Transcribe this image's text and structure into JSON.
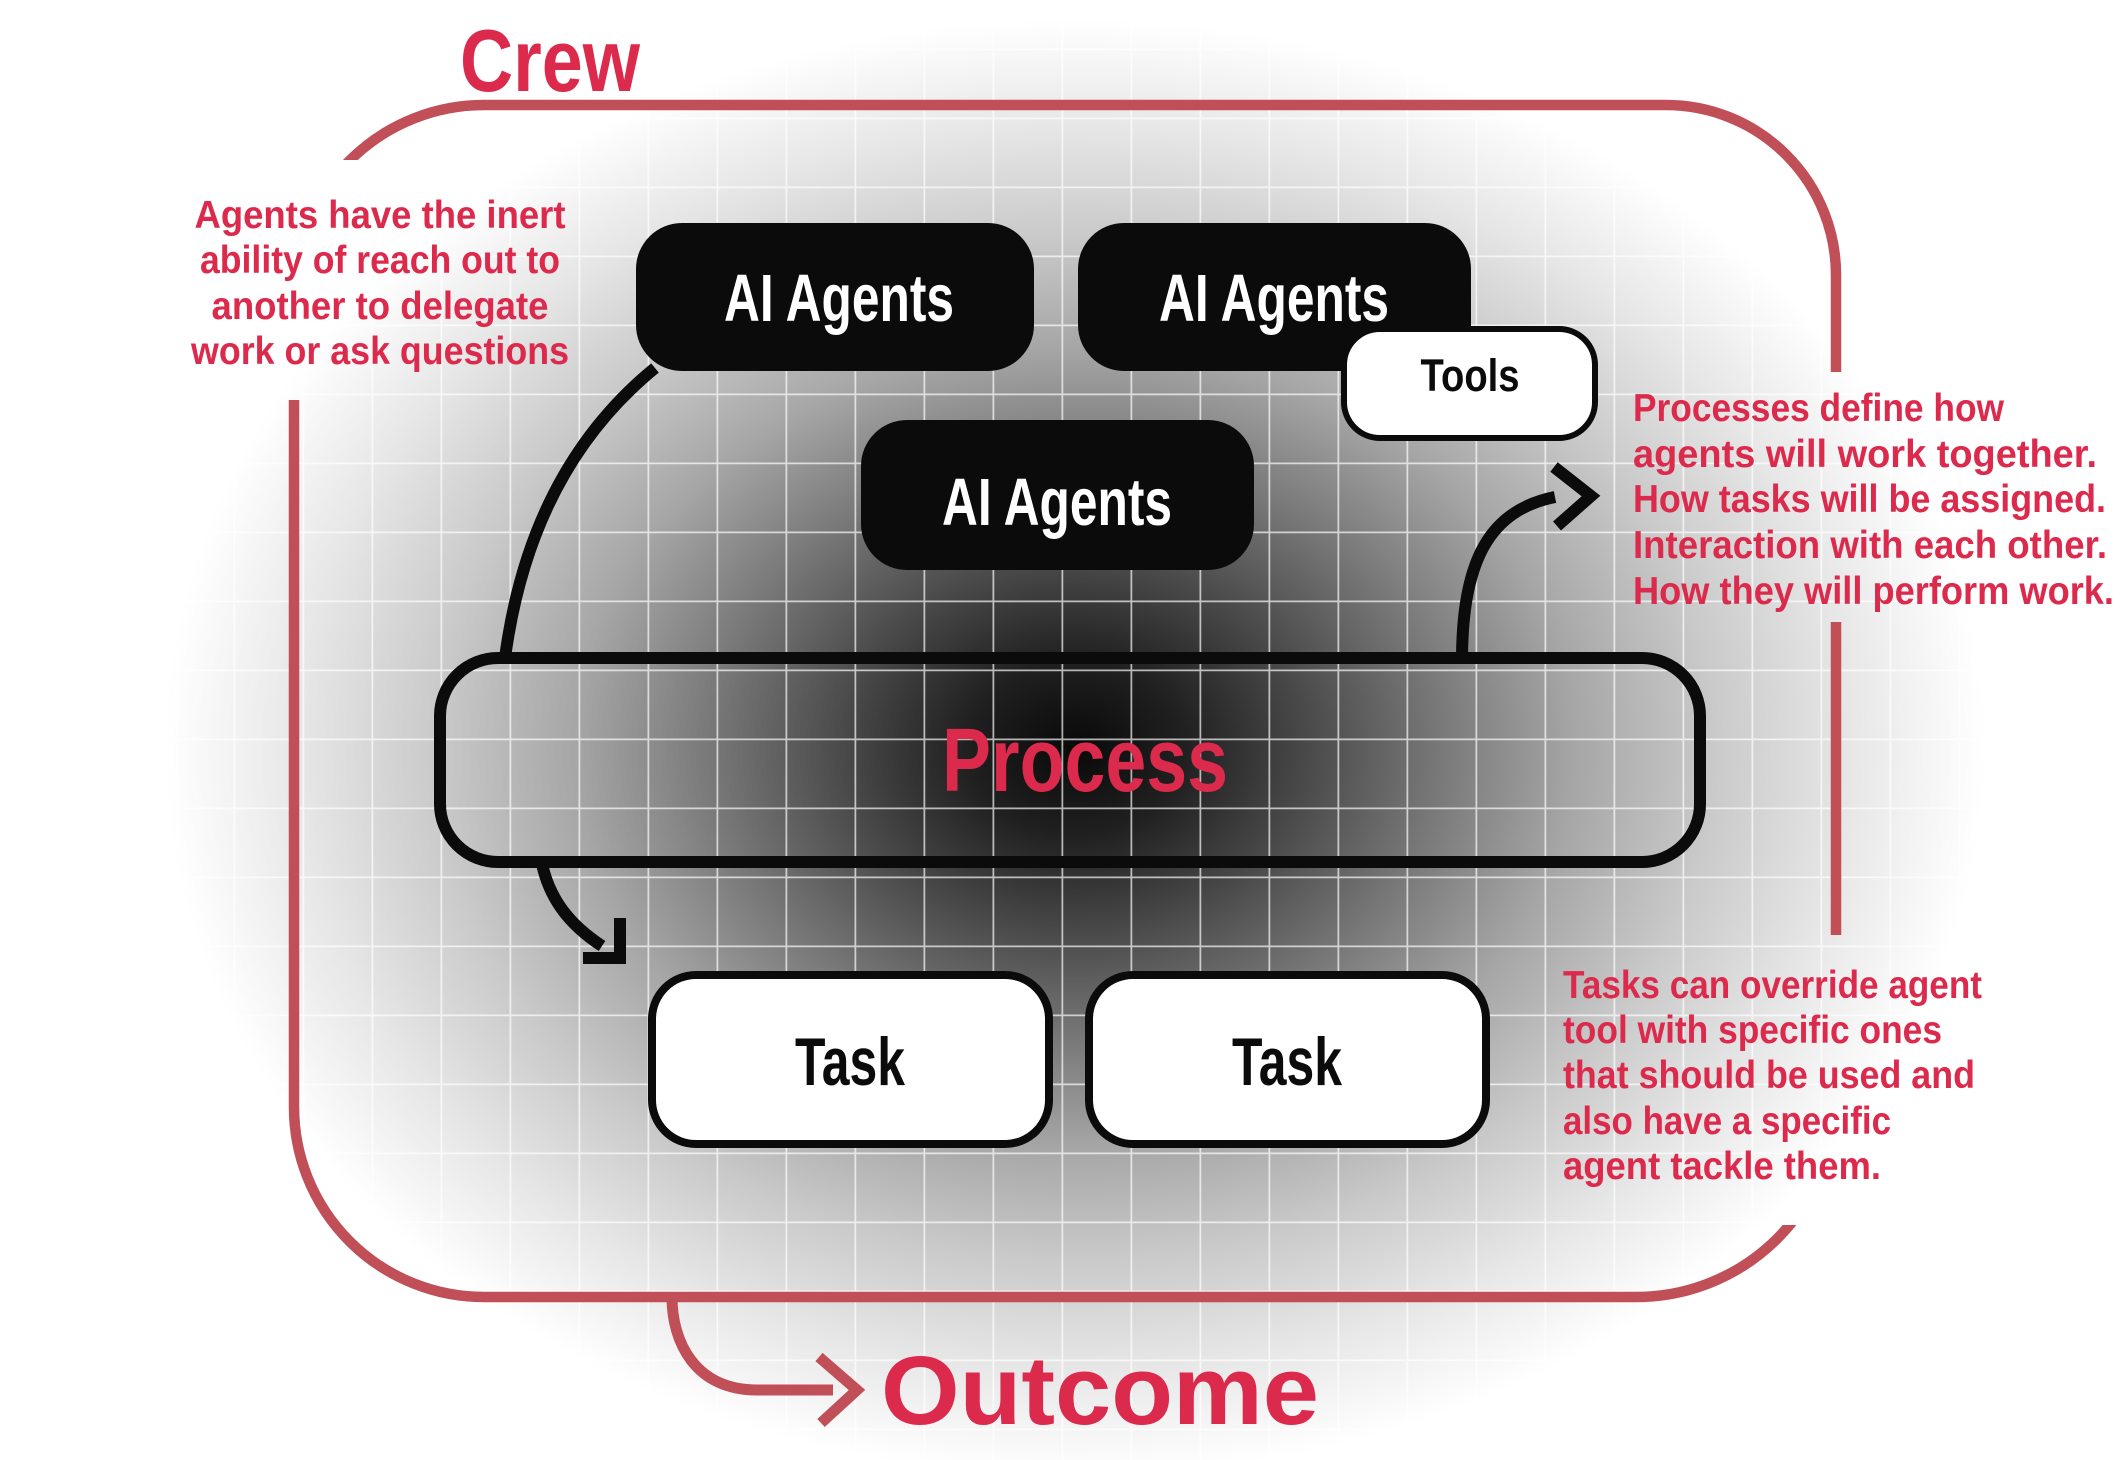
{
  "colors": {
    "accent_text": "#dc2a4d",
    "border_red": "#c04f57",
    "box_black": "#0b0b0b",
    "box_white": "#ffffff",
    "background": "#ffffff"
  },
  "diagram": {
    "crew_label": "Crew",
    "outcome_label": "Outcome",
    "process_label": "Process",
    "agent_boxes": [
      {
        "label": "AI Agents"
      },
      {
        "label": "AI Agents"
      },
      {
        "label": "AI Agents"
      }
    ],
    "tools_label": "Tools",
    "task_boxes": [
      {
        "label": "Task"
      },
      {
        "label": "Task"
      }
    ],
    "annotations": {
      "left": {
        "lines": [
          "Agents have the inert",
          "ability of reach out to",
          "another to delegate",
          "work or ask questions"
        ]
      },
      "process": {
        "lines": [
          "Processes define how",
          "agents will work together.",
          "How tasks will be assigned.",
          "Interaction with each other.",
          "How they will perform work."
        ]
      },
      "tasks": {
        "lines": [
          "Tasks can override agent",
          "tool with specific ones",
          "that should be used and",
          "also have a specific",
          "agent tackle them."
        ]
      }
    }
  }
}
